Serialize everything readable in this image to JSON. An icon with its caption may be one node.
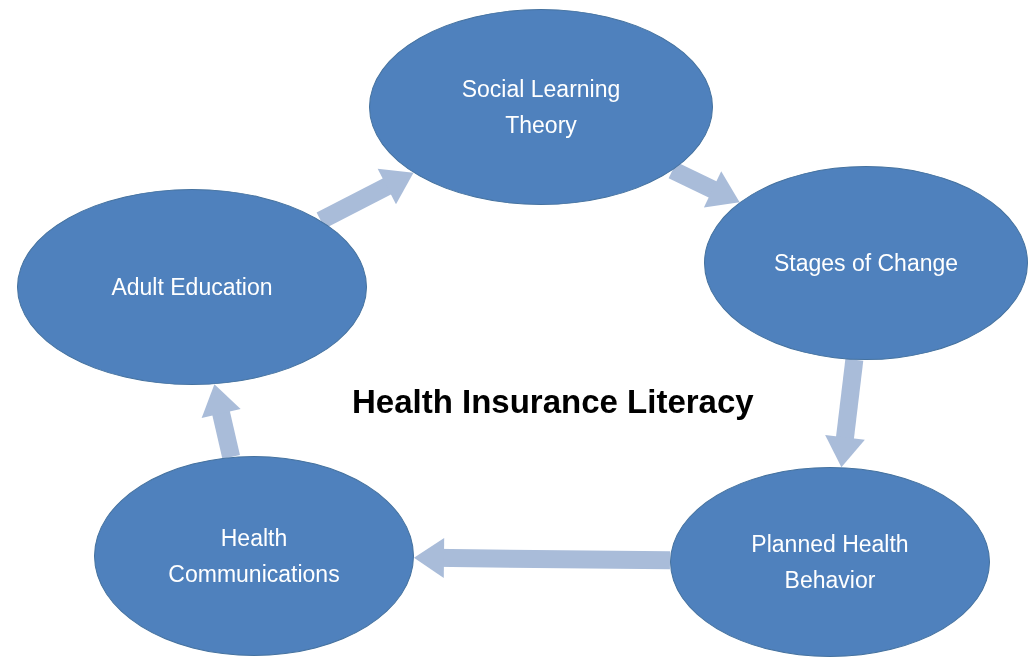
{
  "diagram": {
    "title": "Health Insurance Literacy",
    "nodes": [
      {
        "text": [
          "Social Learning Theory"
        ]
      },
      {
        "text": [
          "Stages of Change"
        ]
      },
      {
        "text": [
          "Planned Health Behavior"
        ]
      },
      {
        "text": [
          "Health Communications"
        ]
      },
      {
        "text": [
          "Adult Education"
        ]
      }
    ],
    "edges": [
      {
        "from": 0,
        "to": 1,
        "arrow": "to"
      },
      {
        "from": 1,
        "to": 2,
        "arrow": "to"
      },
      {
        "from": 2,
        "to": 3,
        "arrow": "to"
      },
      {
        "from": 3,
        "to": 4,
        "arrow": "to"
      },
      {
        "from": 4,
        "to": 0,
        "arrow": "to"
      }
    ]
  }
}
